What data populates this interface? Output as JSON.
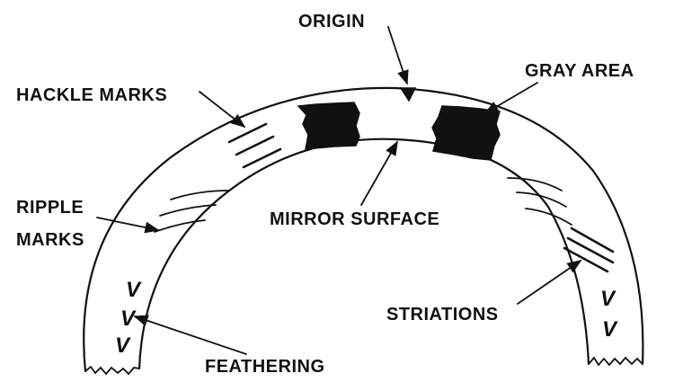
{
  "labels": {
    "origin": "ORIGIN",
    "hackle_marks": "HACKLE MARKS",
    "gray_area": "GRAY AREA",
    "ripple_line1": "RIPPLE",
    "ripple_line2": "MARKS",
    "mirror_surface": "MIRROR SURFACE",
    "striations": "STRIATIONS",
    "feathering": "FEATHERING"
  },
  "feather_glyph": "V",
  "colors": {
    "ink": "#111111",
    "background": "#ffffff"
  }
}
